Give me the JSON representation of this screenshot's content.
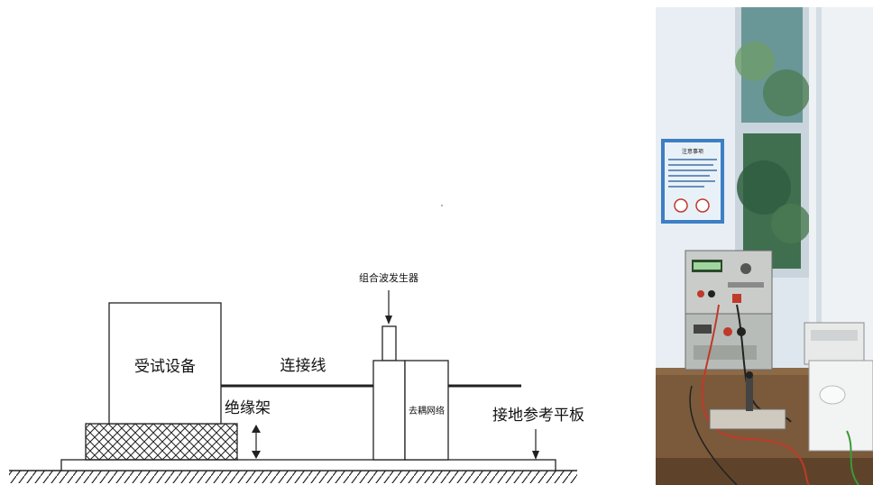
{
  "diagram": {
    "equipment_label": "受试设备",
    "connecting_line_label": "连接线",
    "generator_label": "组合波发生器",
    "decoupling_label": "去耦网络",
    "insulating_support_label": "绝缘架",
    "ground_plane_label": "接地参考平板"
  },
  "photo": {
    "poster_title": "注意事项"
  }
}
